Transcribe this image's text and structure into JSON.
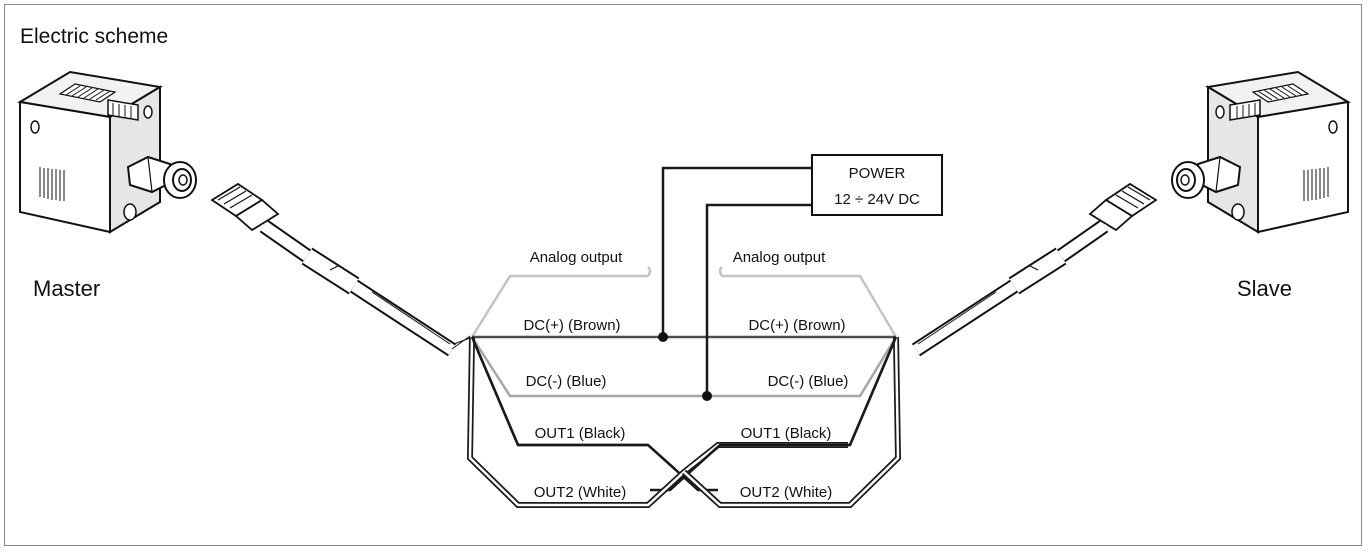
{
  "title": "Electric scheme",
  "devices": {
    "master_label": "Master",
    "slave_label": "Slave"
  },
  "power_box": {
    "line1": "POWER",
    "line2": "12 ÷ 24V DC"
  },
  "wires": {
    "analog_left": "Analog output",
    "analog_right": "Analog output",
    "dc_plus_left": "DC(+) (Brown)",
    "dc_plus_right": "DC(+) (Brown)",
    "dc_minus_left": "DC(-) (Blue)",
    "dc_minus_right": "DC(-) (Blue)",
    "out1_left": "OUT1 (Black)",
    "out1_right": "OUT1 (Black)",
    "out2_left": "OUT2 (White)",
    "out2_right": "OUT2 (White)"
  },
  "colors": {
    "line_dark": "#1a1a1a",
    "line_gray": "#a6a6a6",
    "line_light_gray": "#c4c4c4"
  }
}
